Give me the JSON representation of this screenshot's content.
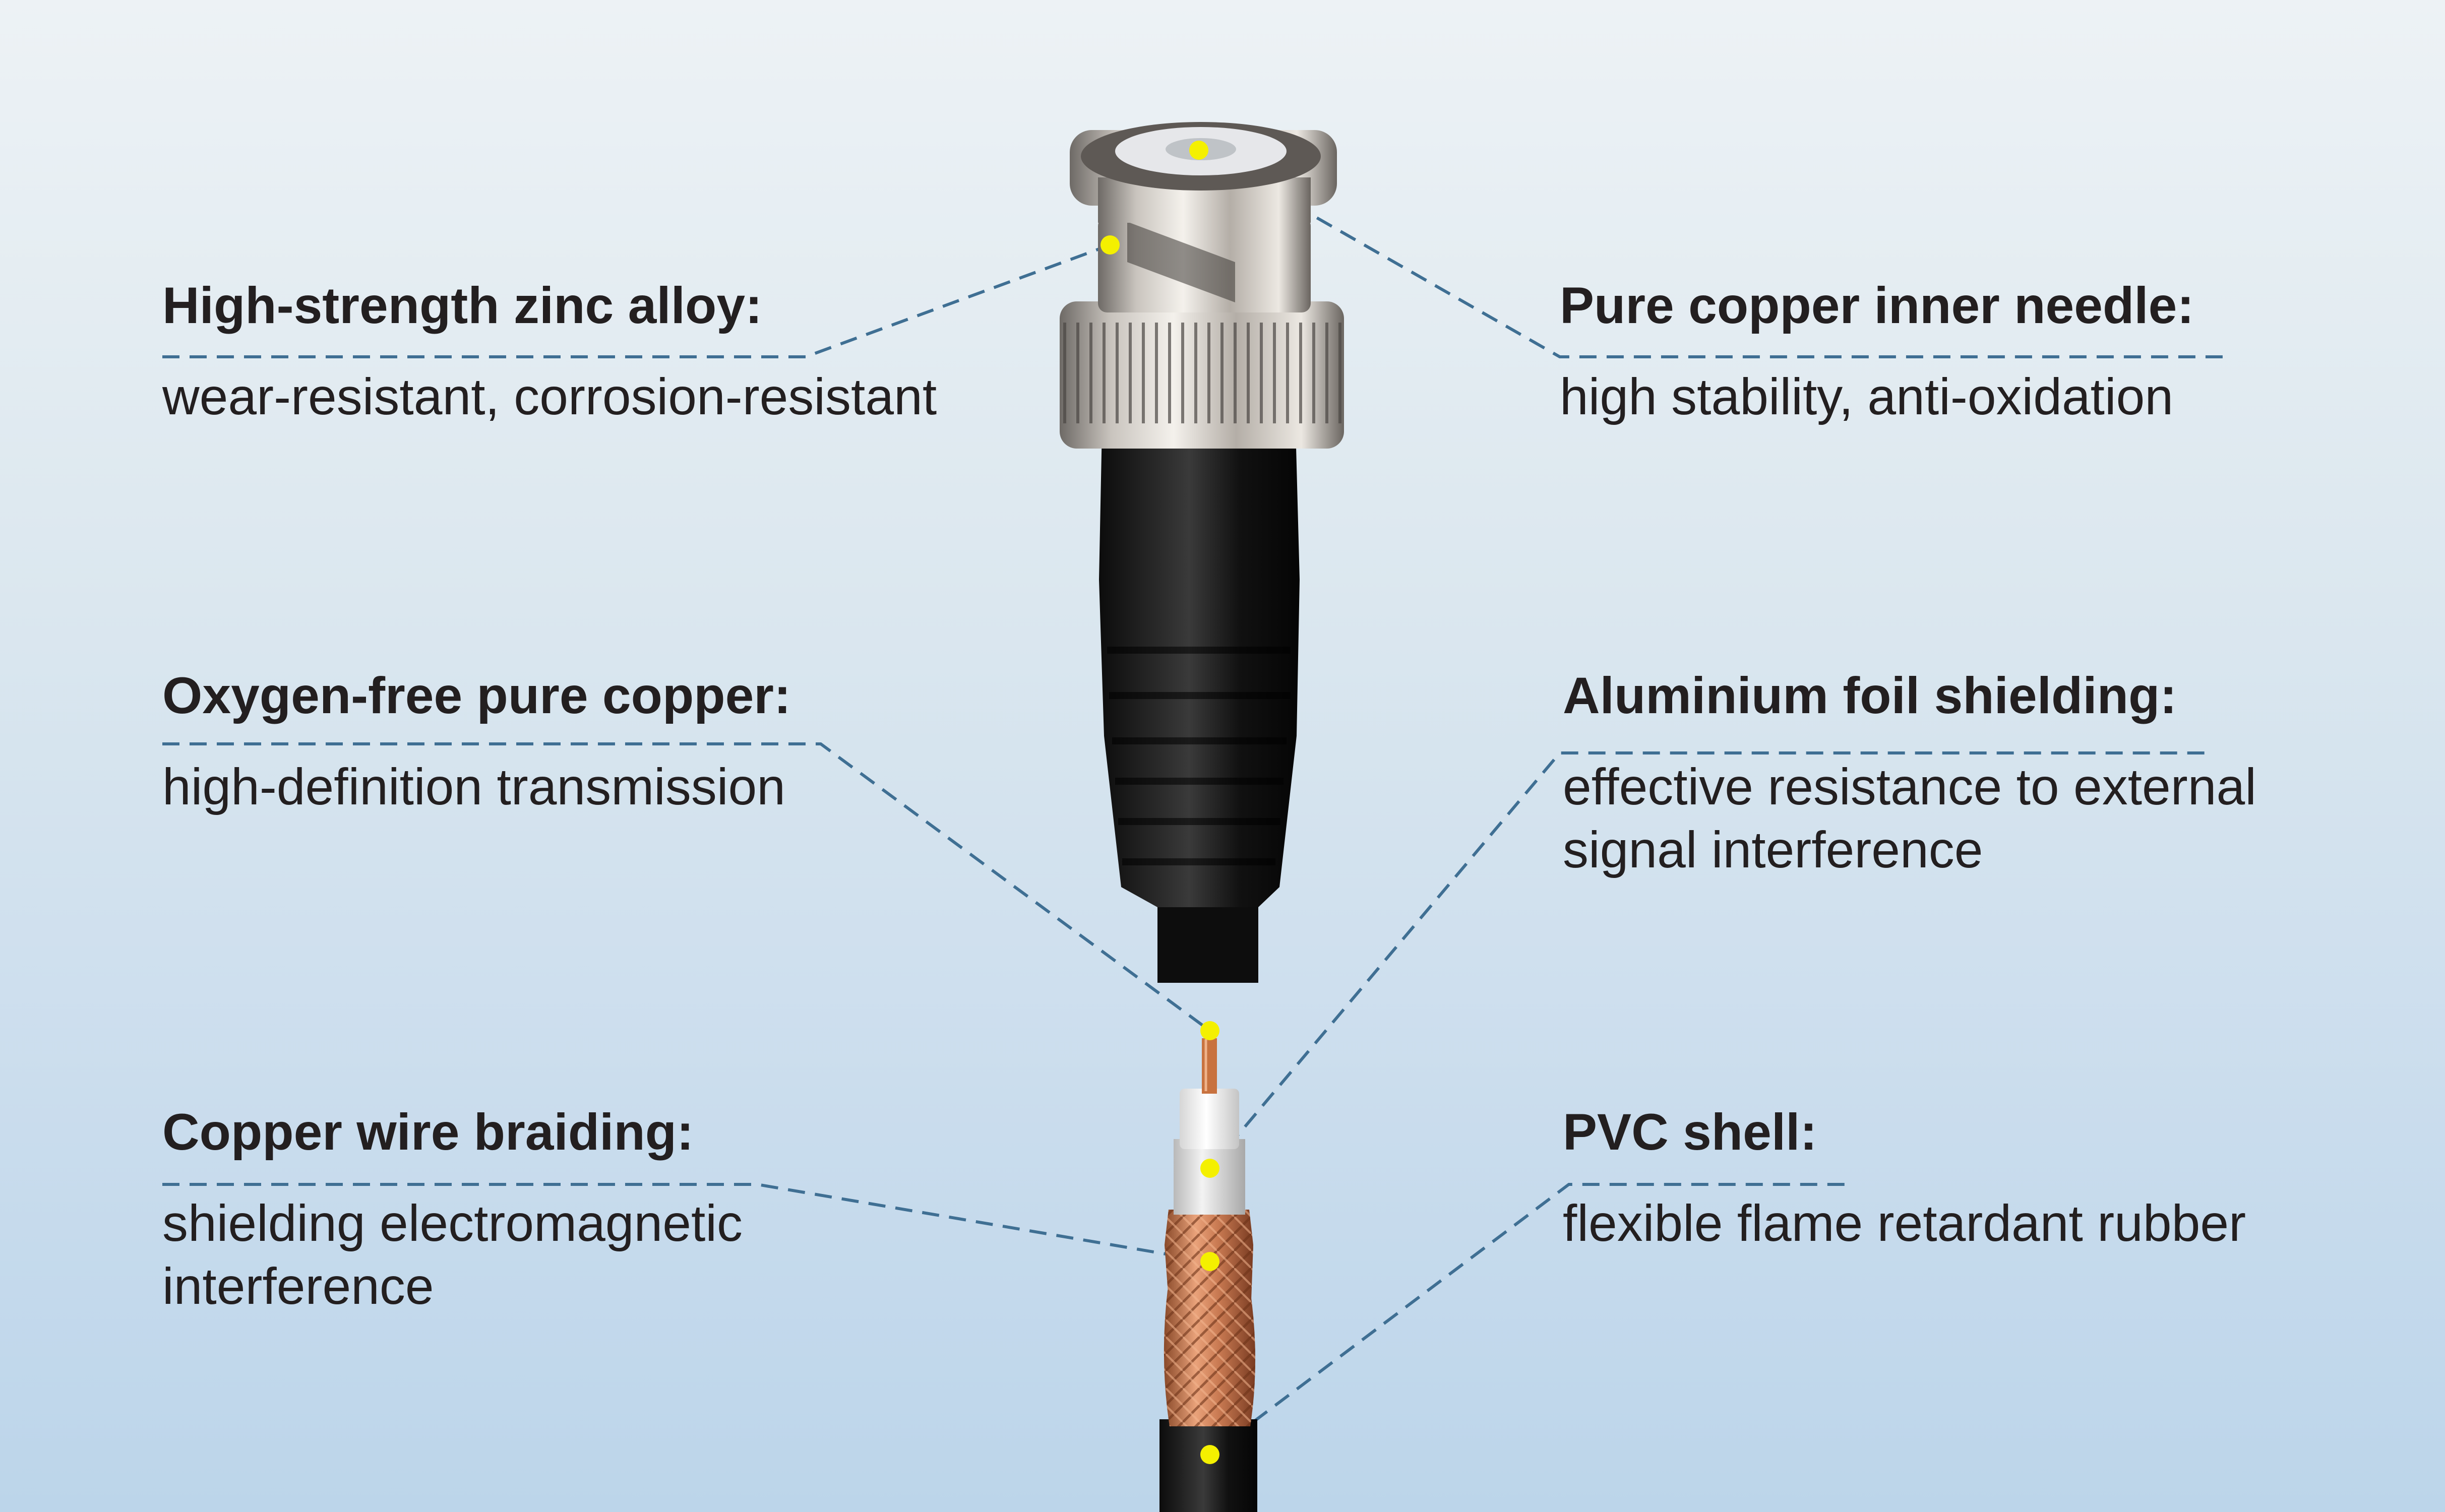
{
  "callouts": {
    "zinc_alloy": {
      "title": "High-strength zinc alloy:",
      "desc": "wear-resistant, corrosion-resistant"
    },
    "oxygen_free_copper": {
      "title": "Oxygen-free pure copper:",
      "desc": "high-definition transmission"
    },
    "copper_braiding": {
      "title": "Copper wire braiding:",
      "desc": "shielding electromagnetic interference"
    },
    "inner_needle": {
      "title": "Pure copper inner needle:",
      "desc": "high stability, anti-oxidation"
    },
    "aluminium_foil": {
      "title": "Aluminium foil shielding:",
      "desc": "effective resistance to external signal interference"
    },
    "pvc_shell": {
      "title": "PVC shell:",
      "desc": "flexible flame retardant rubber"
    }
  },
  "colors": {
    "leader_line": "#3f6f93",
    "marker_dot": "#f4f000",
    "text": "#231f20"
  }
}
